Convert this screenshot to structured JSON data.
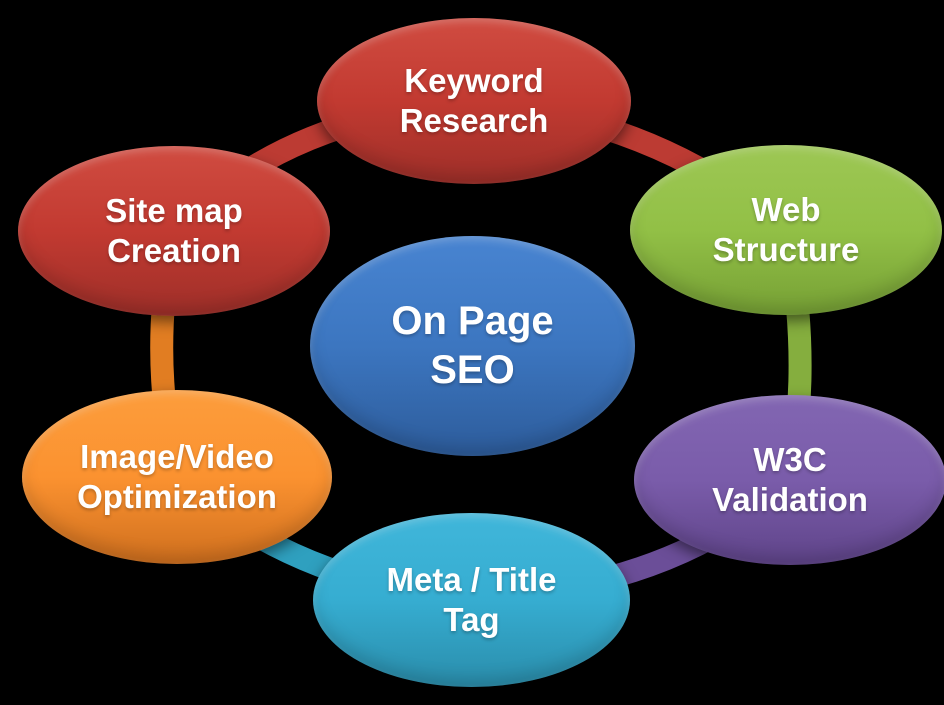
{
  "diagram": {
    "title": "On Page SEO",
    "background_color": "#000000"
  },
  "nodes": [
    {
      "id": "keyword-research",
      "label": "Keyword\nResearch",
      "color_top": "#d04c41",
      "color_mid": "#c23a31",
      "color_bottom": "#9e2f29"
    },
    {
      "id": "web-structure",
      "label": "Web\nStructure",
      "color_top": "#9dc754",
      "color_mid": "#92c046",
      "color_bottom": "#76a035"
    },
    {
      "id": "w3c-validation",
      "label": "W3C\nValidation",
      "color_top": "#8266b2",
      "color_mid": "#7a5caa",
      "color_bottom": "#5f4489"
    },
    {
      "id": "meta-title-tag",
      "label": "Meta / Title\nTag",
      "color_top": "#40b6da",
      "color_mid": "#36add1",
      "color_bottom": "#2a8dab"
    },
    {
      "id": "image-video-optimization",
      "label": "Image/Video\nOptimization",
      "color_top": "#fca räkn",
      "color_mid": "#fb9230",
      "color_bottom": "#cf6f1e"
    },
    {
      "id": "site-map-creation",
      "label": "Site map\nCreation",
      "color_top": "#d04c41",
      "color_mid": "#c23a31",
      "color_bottom": "#9e2f29"
    },
    {
      "id": "on-page-seo",
      "label": "On Page\nSEO",
      "color_top": "#4884d1",
      "color_mid": "#3c76c0",
      "color_bottom": "#2d5c9b"
    }
  ],
  "connectors": [
    {
      "from": "site-map-creation",
      "to": "keyword-research",
      "color": "#bc3b33"
    },
    {
      "from": "keyword-research",
      "to": "web-structure",
      "color": "#bc3b33"
    },
    {
      "from": "web-structure",
      "to": "w3c-validation",
      "color": "#85ae3e"
    },
    {
      "from": "w3c-validation",
      "to": "meta-title-tag",
      "color": "#6b4e98"
    },
    {
      "from": "meta-title-tag",
      "to": "image-video-optimization",
      "color": "#2fa0bf"
    },
    {
      "from": "image-video-optimization",
      "to": "site-map-creation",
      "color": "#e17d22"
    }
  ]
}
